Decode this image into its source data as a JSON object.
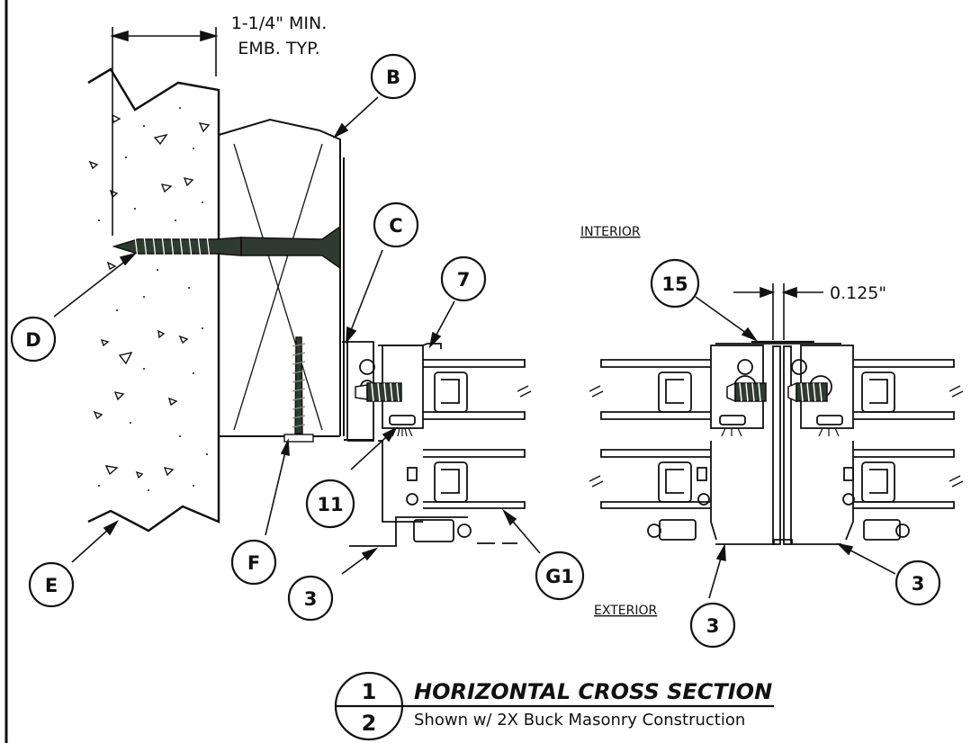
{
  "detail": {
    "embedment_note_line1": "1-1/4\" MIN.",
    "embedment_note_line2": "EMB. TYP.",
    "gap_dimension": "0.125\"",
    "interior_label": "INTERIOR",
    "exterior_label": "EXTERIOR"
  },
  "callouts": {
    "b": "B",
    "c": "C",
    "d": "D",
    "e": "E",
    "f": "F",
    "g1": "G1",
    "seven": "7",
    "eleven": "11",
    "fifteen": "15",
    "three_left": "3",
    "three_center": "3",
    "three_right": "3"
  },
  "title_block": {
    "detail_number": "1",
    "sheet_number": "2",
    "title": "HORIZONTAL CROSS SECTION",
    "subtitle": "Shown w/ 2X Buck Masonry Construction"
  },
  "colors": {
    "line": "#111111",
    "paper": "#ffffff",
    "screw": "#2f3b30"
  }
}
